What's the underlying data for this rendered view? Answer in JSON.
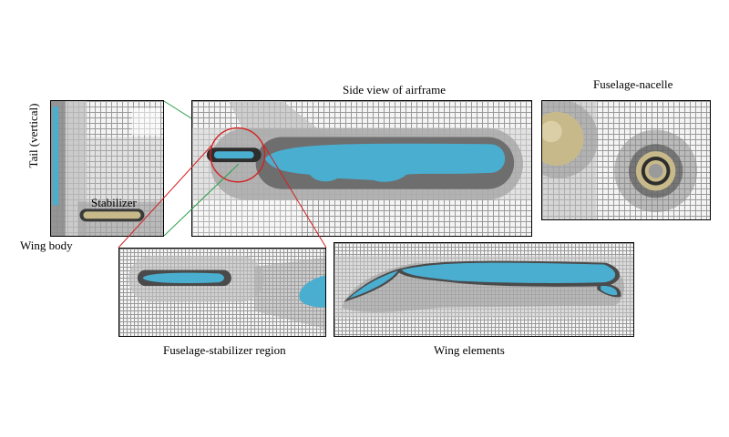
{
  "labels": {
    "side_view": "Side view of airframe",
    "fuselage_nacelle": "Fuselage-nacelle",
    "tail_vertical": "Tail (vertical)",
    "stabilizer": "Stabilizer",
    "wing_body": "Wing body",
    "fuselage_stabilizer_region": "Fuselage-stabilizer region",
    "wing_elements": "Wing elements"
  },
  "colors": {
    "body_fill": "#4aaed0",
    "dark_mesh": "#3a3a3a",
    "mid_mesh": "#8c8c8c",
    "light_mesh": "#c8c8c8",
    "nacelle_gold": "#c8b98a",
    "highlight_red": "#d42020",
    "connector_green": "#2e9e4a"
  }
}
